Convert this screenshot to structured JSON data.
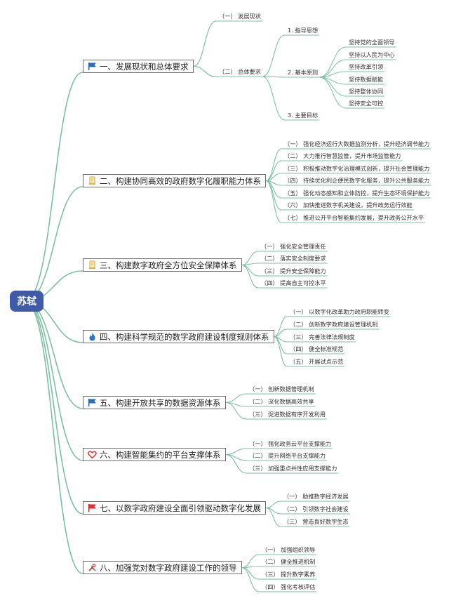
{
  "root": {
    "label": "苏轼"
  },
  "branches": [
    {
      "label": "一、发展现状和总体要求",
      "icon": "blue-flag-icon",
      "children": [
        {
          "label": "（一） 发展现状"
        },
        {
          "label": "（二） 总体要求",
          "children": [
            {
              "label": "1. 指导思想"
            },
            {
              "label": "2. 基本原则",
              "children": [
                {
                  "label": "坚持党的全面领导"
                },
                {
                  "label": "坚持以人民为中心"
                },
                {
                  "label": "坚持改革引领"
                },
                {
                  "label": "坚持数据赋能"
                },
                {
                  "label": "坚持整体协同"
                },
                {
                  "label": "坚持安全可控"
                }
              ]
            },
            {
              "label": "3. 主要目标"
            }
          ]
        }
      ]
    },
    {
      "label": "二、构建协同高效的政府数字化履职能力体系",
      "icon": "medal-icon",
      "children": [
        {
          "label": "（一） 强化经济运行大数据监测分析，提升经济调节能力"
        },
        {
          "label": "（二） 大力推行智慧监管，提升市场监管能力"
        },
        {
          "label": "（三） 积极推动数字化治理模式创新，提升社会管理能力"
        },
        {
          "label": "（四） 持续优化利企便民数字化服务，提升公共服务能力"
        },
        {
          "label": "（五） 强化动态感知和立体防控，提升生态环境保护能力"
        },
        {
          "label": "（六） 加快推进数字机关建设，提升政务运行效能"
        },
        {
          "label": "（七） 推进公开平台智能集约发展，提升政务公开水平"
        }
      ]
    },
    {
      "label": "三、构建数字政府全方位安全保障体系",
      "icon": "medal-icon",
      "children": [
        {
          "label": "（一） 强化安全管理责任"
        },
        {
          "label": "（二） 落实安全制度要求"
        },
        {
          "label": "（三） 提升安全保障能力"
        },
        {
          "label": "（四） 提高自主可控水平"
        }
      ]
    },
    {
      "label": "四、构建科学规范的数字政府建设制度规则体系",
      "icon": "flame-icon",
      "children": [
        {
          "label": "（一） 以数字化改革助力政府职能转变"
        },
        {
          "label": "（二） 创新数字政府建设管理机制"
        },
        {
          "label": "（三） 完善法律法规制度"
        },
        {
          "label": "（四） 健全标准规范"
        },
        {
          "label": "（五） 开展试点示范"
        }
      ]
    },
    {
      "label": "五、构建开放共享的数据资源体系",
      "icon": "blue-flag-icon",
      "children": [
        {
          "label": "（一） 创新数据管理机制"
        },
        {
          "label": "（二） 深化数据高效共享"
        },
        {
          "label": "（三） 促进数据有序开发利用"
        }
      ]
    },
    {
      "label": "六、构建智能集约的平台支撑体系",
      "icon": "heart-icon",
      "children": [
        {
          "label": "（一） 强化政务云平台支撑能力"
        },
        {
          "label": "（二） 提升网络平台支撑能力"
        },
        {
          "label": "（三） 加强重点共性应用支撑能力"
        }
      ]
    },
    {
      "label": "七、以数字政府建设全面引领驱动数字化发展",
      "icon": "red-flag-icon",
      "children": [
        {
          "label": "（一） 助推数字经济发展"
        },
        {
          "label": "（二） 引领数字社会建设"
        },
        {
          "label": "（三） 营造良好数字生态"
        }
      ]
    },
    {
      "label": "八、加强党对数字政府建设工作的领导",
      "icon": "tools-icon",
      "children": [
        {
          "label": "（一） 加强组织领导"
        },
        {
          "label": "（二） 健全推进机制"
        },
        {
          "label": "（三） 提升数字素养"
        },
        {
          "label": "（四） 强化考核评估"
        }
      ]
    }
  ],
  "colors": {
    "line": "#7fbfa6",
    "root_bg": "#3f5aa6",
    "border": "#6f6f6f"
  }
}
